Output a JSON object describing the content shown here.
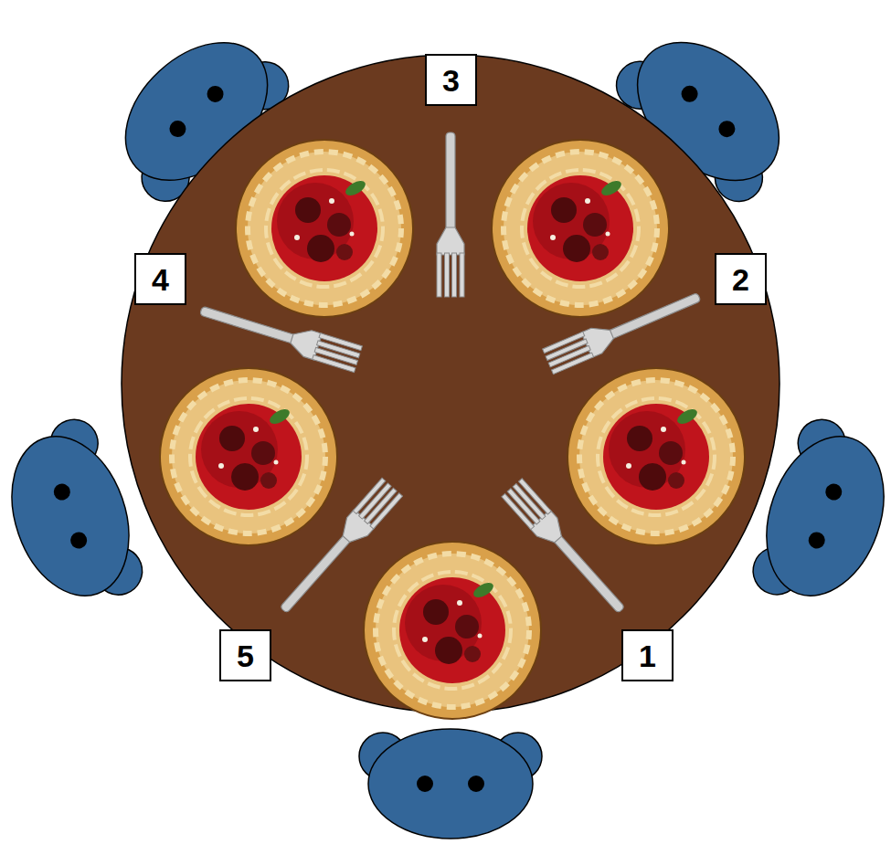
{
  "diagram": {
    "nodes": [
      {
        "text": [
          "3"
        ]
      },
      {
        "text": [
          "4"
        ]
      },
      {
        "text": [
          "2"
        ]
      },
      {
        "text": [
          "5"
        ]
      },
      {
        "text": [
          "1"
        ]
      }
    ]
  }
}
